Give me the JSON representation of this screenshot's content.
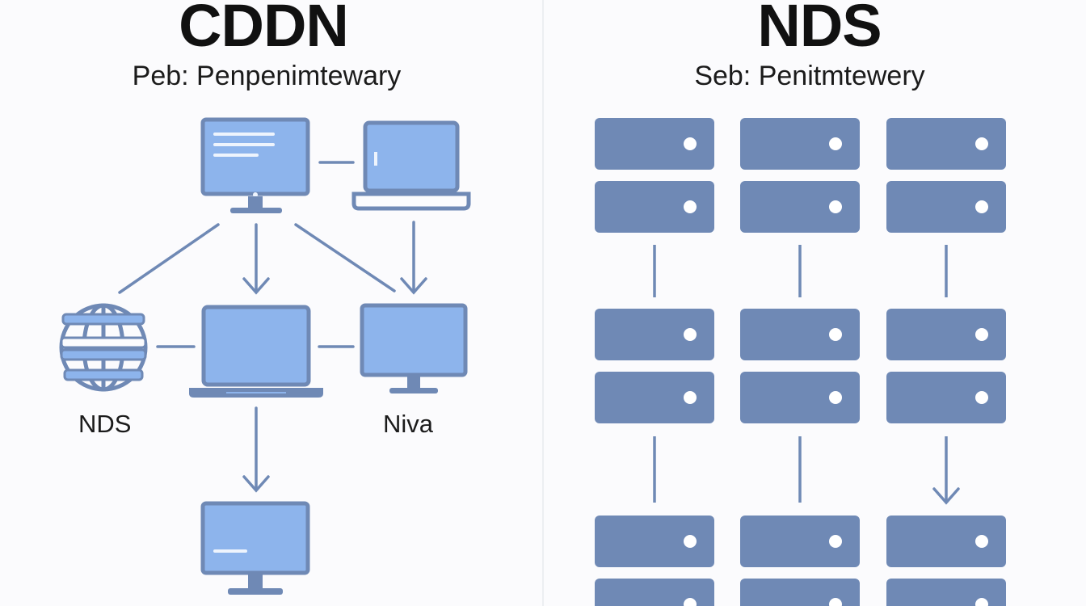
{
  "left_panel": {
    "title": "CDDN",
    "subtitle": "Peb: Penpenimtewary",
    "labels": {
      "globe": "NDS",
      "right_monitor": "Niva"
    }
  },
  "right_panel": {
    "title": "NDS",
    "subtitle": "Seb: Penitmtewery"
  },
  "colors": {
    "device_fill": "#8db4ec",
    "device_frame": "#6f89b5",
    "server_fill": "#6f89b5",
    "connector": "#6f89b5",
    "text": "#111111"
  },
  "icons": [
    "monitor-icon",
    "laptop-icon",
    "globe-icon",
    "server-icon"
  ]
}
